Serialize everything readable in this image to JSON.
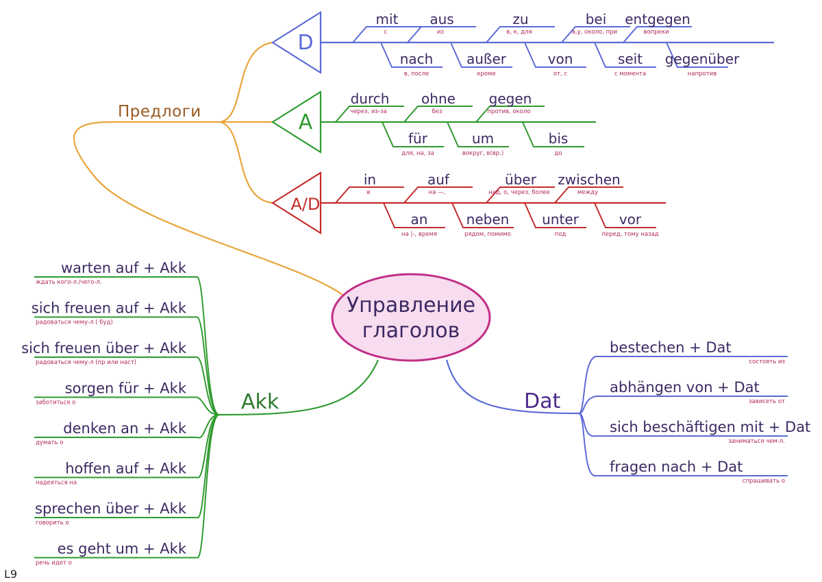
{
  "center": {
    "line1": "Управление",
    "line2": "глаголов"
  },
  "prepositions_label": "Предлоги",
  "groups": [
    {
      "letter": "D",
      "color": "#5b6ad6",
      "upper": [
        {
          "word": "mit",
          "tr": "с"
        },
        {
          "word": "aus",
          "tr": "из"
        },
        {
          "word": "zu",
          "tr": "в, к, для"
        },
        {
          "word": "bei",
          "tr": "в,у, около, при"
        },
        {
          "word": "entgegen",
          "tr": "вопреки"
        }
      ],
      "lower": [
        {
          "word": "nach",
          "tr": "в, после"
        },
        {
          "word": "außer",
          "tr": "кроме"
        },
        {
          "word": "von",
          "tr": "от, с"
        },
        {
          "word": "seit",
          "tr": "с момента"
        },
        {
          "word": "gegenüber",
          "tr": "напротив"
        }
      ]
    },
    {
      "letter": "A",
      "color": "#2e9a2e",
      "upper": [
        {
          "word": "durch",
          "tr": "через, из-за"
        },
        {
          "word": "ohne",
          "tr": "без"
        },
        {
          "word": "gegen",
          "tr": "против, около"
        }
      ],
      "lower": [
        {
          "word": "für",
          "tr": "для, на, за"
        },
        {
          "word": "um",
          "tr": "вокруг, в(вр.)"
        },
        {
          "word": "bis",
          "tr": "до"
        }
      ]
    },
    {
      "letter": "A/D",
      "color": "#c42b2b",
      "upper": [
        {
          "word": "in",
          "tr": "в"
        },
        {
          "word": "auf",
          "tr": "на —,"
        },
        {
          "word": "über",
          "tr": "над, о, через, более"
        },
        {
          "word": "zwischen",
          "tr": "между"
        }
      ],
      "lower": [
        {
          "word": "an",
          "tr": "на |-, время"
        },
        {
          "word": "neben",
          "tr": "рядом, помимо"
        },
        {
          "word": "unter",
          "tr": "под"
        },
        {
          "word": "vor",
          "tr": "перед, тому назад"
        }
      ]
    }
  ],
  "akk": {
    "label": "Akk",
    "items": [
      {
        "verb": "warten  auf + Akk",
        "tr": "ждать кого-л./чего-л."
      },
      {
        "verb": "sich freuen auf + Akk",
        "tr": "радоваться чему-л ( буд)"
      },
      {
        "verb": "sich freuen über + Akk",
        "tr": "радоваться чему-л  (пр или наст)"
      },
      {
        "verb": "sorgen für + Akk",
        "tr": "заботиться о"
      },
      {
        "verb": "denken an  + Akk",
        "tr": "думать о"
      },
      {
        "verb": "hoffen  auf  + Akk",
        "tr": "надеяться на"
      },
      {
        "verb": "sprechen über  + Akk",
        "tr": "говорить о"
      },
      {
        "verb": "es geht  um  + Akk",
        "tr": "речь идет о"
      }
    ]
  },
  "dat": {
    "label": "Dat",
    "items": [
      {
        "verb": "bestechen  + Dat",
        "tr": "состоять из"
      },
      {
        "verb": "abhängen  von  + Dat",
        "tr": "зависеть от"
      },
      {
        "verb": "sich  beschäftigen mit  + Dat",
        "tr": "заниматься чем-л."
      },
      {
        "verb": "fragen nach  + Dat",
        "tr": "спрашивать о"
      }
    ]
  },
  "corner_mark": "L9",
  "colors": {
    "orange": "#e8a53a",
    "prep_label": "#9a5a1f",
    "ellipse_fill": "#f8dcef",
    "ellipse_stroke": "#c02f86",
    "akk_green": "#2e9a2e",
    "dat_blue": "#5b6ad6"
  }
}
